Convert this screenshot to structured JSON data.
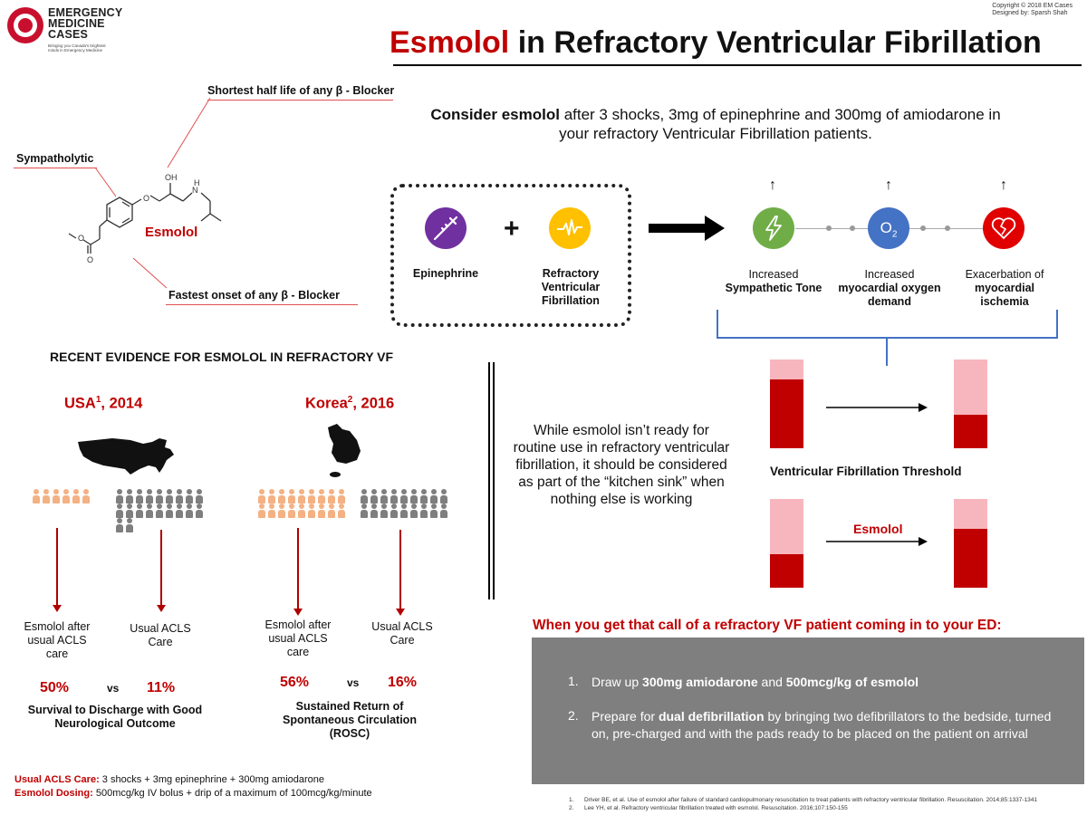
{
  "logo": {
    "line1": "EMERGENCY",
    "line2": "MEDICINE",
    "line3": "CASES",
    "tagline": "Bringing you Canada's brightest minds in Emergency Medicine"
  },
  "credits": {
    "copyright": "Copyright © 2018 EM Cases",
    "designer": "Designed by: Sparsh Shah"
  },
  "title": {
    "drug": "Esmolol",
    "rest": " in Refractory Ventricular Fibrillation"
  },
  "molecule": {
    "label": "Esmolol",
    "callout_top": "Shortest half life of any β - Blocker",
    "callout_left": "Sympatholytic",
    "callout_bottom": "Fastest onset of any β - Blocker",
    "atoms": {
      "oh": "OH",
      "o_ether": "O",
      "n": "N",
      "h": "H",
      "o_ester": "O",
      "o_carbonyl": "O"
    }
  },
  "consider": {
    "bold": "Consider esmolol",
    "rest": " after 3 shocks, 3mg of epinephrine and 300mg of amiodarone in your refractory Ventricular Fibrillation patients."
  },
  "mechanism": {
    "plus": "+",
    "causes": [
      {
        "label": "Epinephrine",
        "icon": "syringe-icon",
        "color": "#7030a0"
      },
      {
        "label": "Refractory Ventricular Fibrillation",
        "icon": "ecg-icon",
        "color": "#ffc000"
      }
    ],
    "effects": [
      {
        "line1": "Increased",
        "bold": "Sympathetic Tone",
        "icon": "lightning-icon",
        "color": "#70ad47",
        "arrow": "↑"
      },
      {
        "line1": "Increased",
        "bold": "myocardial oxygen demand",
        "icon": "oxygen-icon",
        "icon_text": "O",
        "icon_sub": "2",
        "color": "#4472c4",
        "arrow": "↑"
      },
      {
        "line1": "Exacerbation of",
        "bold": "myocardial ischemia",
        "icon": "broken-heart-icon",
        "color": "#e00000",
        "arrow": "↑"
      }
    ]
  },
  "evidence": {
    "title": "RECENT EVIDENCE FOR ESMOLOL IN REFRACTORY VF",
    "studies": [
      {
        "country": "USA",
        "ref": "1",
        "year": ", 2014",
        "esmolol_group": "Esmolol after usual ACLS care",
        "usual_group": "Usual ACLS Care",
        "esmolol_pct": "50%",
        "usual_pct": "11%",
        "vs": "vs",
        "outcome": "Survival to Discharge with Good Neurological Outcome"
      },
      {
        "country": "Korea",
        "ref": "2",
        "year": ", 2016",
        "esmolol_group": "Esmolol after usual ACLS care",
        "usual_group": "Usual ACLS Care",
        "esmolol_pct": "56%",
        "usual_pct": "16%",
        "vs": "vs",
        "outcome": "Sustained Return of Spontaneous Circulation (ROSC)"
      }
    ]
  },
  "kitchen_sink": "While esmolol isn’t ready for routine use in refractory ventricular fibrillation, it should be considered as part of the “kitchen sink” when nothing else is working",
  "vf_threshold": {
    "label": "Ventricular Fibrillation Threshold",
    "esmolol_label": "Esmolol",
    "top_pair": {
      "before_fill": 0.78,
      "after_fill": 0.38
    },
    "bottom_pair": {
      "before_fill": 0.38,
      "after_fill": 0.66
    }
  },
  "action": {
    "heading": "When you get that call of a refractory VF patient coming in to your ED:",
    "steps": [
      {
        "num": "1.",
        "pre": "Draw up ",
        "b1": "300mg amiodarone",
        "mid": " and ",
        "b2": "500mcg/kg of esmolol",
        "post": ""
      },
      {
        "num": "2.",
        "pre": "Prepare for ",
        "b1": "dual defibrillation",
        "mid": " by bringing two defibrillators to the bedside, turned on, pre-charged and with the pads ready to be placed on the patient on arrival",
        "b2": "",
        "post": ""
      }
    ]
  },
  "footnotes": {
    "acls_label": "Usual ACLS Care:",
    "acls_text": " 3 shocks + 3mg epinephrine + 300mg amiodarone",
    "dosing_label": "Esmolol Dosing:",
    "dosing_text": " 500mcg/kg IV bolus + drip of a maximum of 100mcg/kg/minute"
  },
  "references": [
    {
      "num": "1.",
      "text": "Driver BE, et al. Use of esmolol after failure of standard cardiopulmonary resuscitation to treat patients with refractory ventricular fibrillation. Resuscitation. 2014;85:1337-1341"
    },
    {
      "num": "2.",
      "text": "Lee YH, et al. Refractory ventricular fibrillation treated with esmolol. Resuscitation. 2016;107:150-155"
    }
  ],
  "colors": {
    "accent": "#c00000",
    "person_orange": "#f4b183",
    "person_gray": "#7f7f7f",
    "bar_light": "#f7b6bd",
    "bar_dark": "#c00000",
    "bracket": "#4472c4"
  }
}
